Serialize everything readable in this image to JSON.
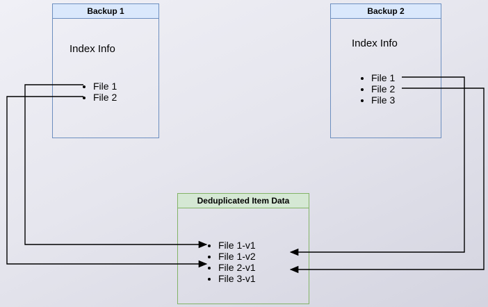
{
  "diagram": {
    "backup1": {
      "title": "Backup 1",
      "subtitle": "Index Info",
      "items": [
        "File 1",
        "File 2"
      ]
    },
    "backup2": {
      "title": "Backup 2",
      "subtitle": "Index Info",
      "items": [
        "File 1",
        "File 2",
        "File 3"
      ]
    },
    "dedup": {
      "title": "Deduplicated Item Data",
      "items": [
        "File 1-v1",
        "File 1-v2",
        "File 2-v1",
        "File 3-v1"
      ]
    },
    "colors": {
      "blue_border": "#6c8ebf",
      "blue_fill": "#dae8fc",
      "green_border": "#82b366",
      "green_fill": "#d5e8d4",
      "arrow": "#000000"
    },
    "arrows": [
      {
        "from": "Backup 1 / File 1",
        "to": "File 1-v1"
      },
      {
        "from": "Backup 1 / File 2",
        "to": "File 2-v1"
      },
      {
        "from": "Backup 2 / File 1",
        "to": "File 1-v2"
      },
      {
        "from": "Backup 2 / File 2",
        "to": "File 2-v1"
      }
    ]
  }
}
